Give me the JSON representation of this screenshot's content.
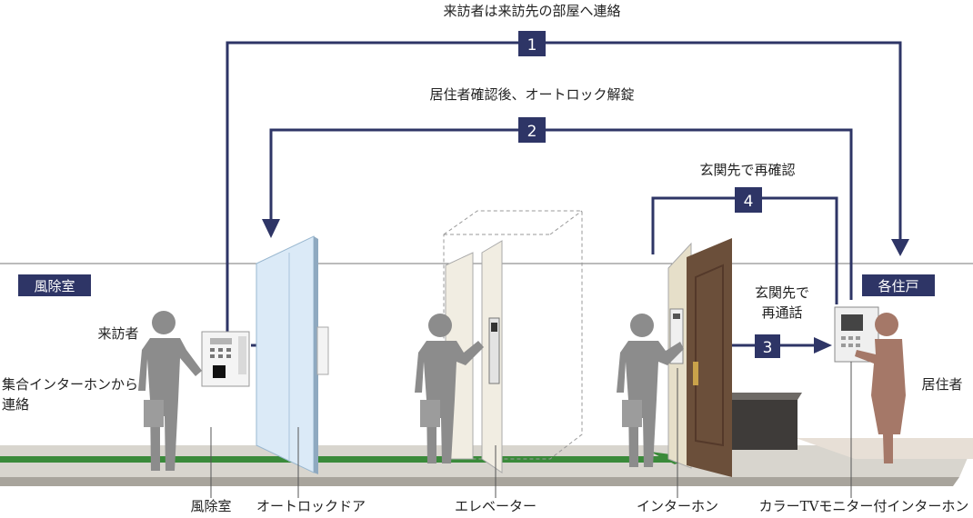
{
  "steps": [
    {
      "num": "1",
      "text": "来訪者は来訪先の部屋へ連絡"
    },
    {
      "num": "2",
      "text": "居住者確認後、オートロック解錠"
    },
    {
      "num": "3",
      "text_lines": [
        "玄関先で",
        "再通話"
      ]
    },
    {
      "num": "4",
      "text": "玄関先で再確認"
    }
  ],
  "zones": {
    "left": "風除室",
    "right": "各住戸"
  },
  "labels": {
    "visitor": "来訪者",
    "contact_lines": [
      "集合インターホンから",
      "連絡"
    ],
    "resident": "居住者"
  },
  "bottom_labels": [
    "風除室",
    "オートロックドア",
    "エレベーター",
    "インターホン",
    "カラーTVモニター付インターホン"
  ],
  "colors": {
    "step_box": "#2e3566",
    "arrow": "#2e3566",
    "figure": "#8c8c8c",
    "resident": "#a57868",
    "green_line": "#3a8a3a"
  }
}
